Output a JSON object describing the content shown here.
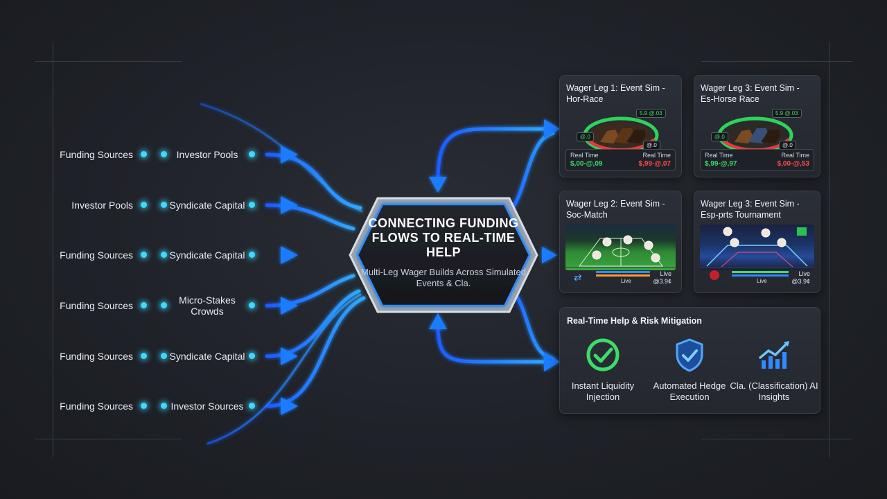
{
  "sources": [
    {
      "from": "Funding Sources",
      "to": "Investor Pools"
    },
    {
      "from": "Investor Pools",
      "to": "Syndicate Capital"
    },
    {
      "from": "Funding Sources",
      "to": "Syndicate Capital"
    },
    {
      "from": "Funding Sources",
      "to": "Micro-Stakes Crowds"
    },
    {
      "from": "Funding Sources",
      "to": "Syndicate Capital"
    },
    {
      "from": "Funding Sources",
      "to": "Investor Sources"
    }
  ],
  "hub": {
    "title": "CONNECTING FUNDING FLOWS TO REAL-TIME HELP",
    "subtitle": "Multi-Leg Wager Builds Across Simulated Events & Cla."
  },
  "cards": {
    "horse1": {
      "title": "Wager Leg 1: Event Sim - Hor-Race",
      "pill_a": "5.9 @.03",
      "pill_b": "@.0",
      "pill_c": "@.0",
      "rt_left": "Real Time",
      "rt_right": "Real Time",
      "val_left": "$,00-@,09",
      "val_right": "$,99-@,07"
    },
    "horse2": {
      "title": "Wager Leg 3: Event Sim - Es-Horse Race",
      "pill_a": "5.9 @.03",
      "pill_b": "@.0",
      "pill_c": "@.0",
      "rt_left": "Real Time",
      "rt_right": "Real Time",
      "val_left": "$,99-@,97",
      "val_right": "$,00-@,53"
    },
    "soccer": {
      "title": "Wager Leg 2: Event Sim - Soc-Match",
      "live": "Live",
      "bar_label": "Live",
      "odds": "@3.9¢"
    },
    "esports": {
      "title": "Wager Leg 3: Event Sim - Esp-prts Tournament",
      "live": "Live",
      "bar_label": "Live",
      "odds": "@3.9¢"
    }
  },
  "help": {
    "title": "Real-Time Help & Risk Mitigation",
    "items": [
      {
        "label": "Instant Liquidity Injection",
        "icon": "check-circle-icon"
      },
      {
        "label": "Automated Hedge Execution",
        "icon": "shield-check-icon"
      },
      {
        "label": "Cla. (Classification) AI Insights",
        "icon": "trend-chart-icon"
      }
    ]
  },
  "colors": {
    "flow": "#1e7bff",
    "glow": "#3fd8ff",
    "green": "#3ddc6a",
    "red": "#ff4b4b"
  }
}
